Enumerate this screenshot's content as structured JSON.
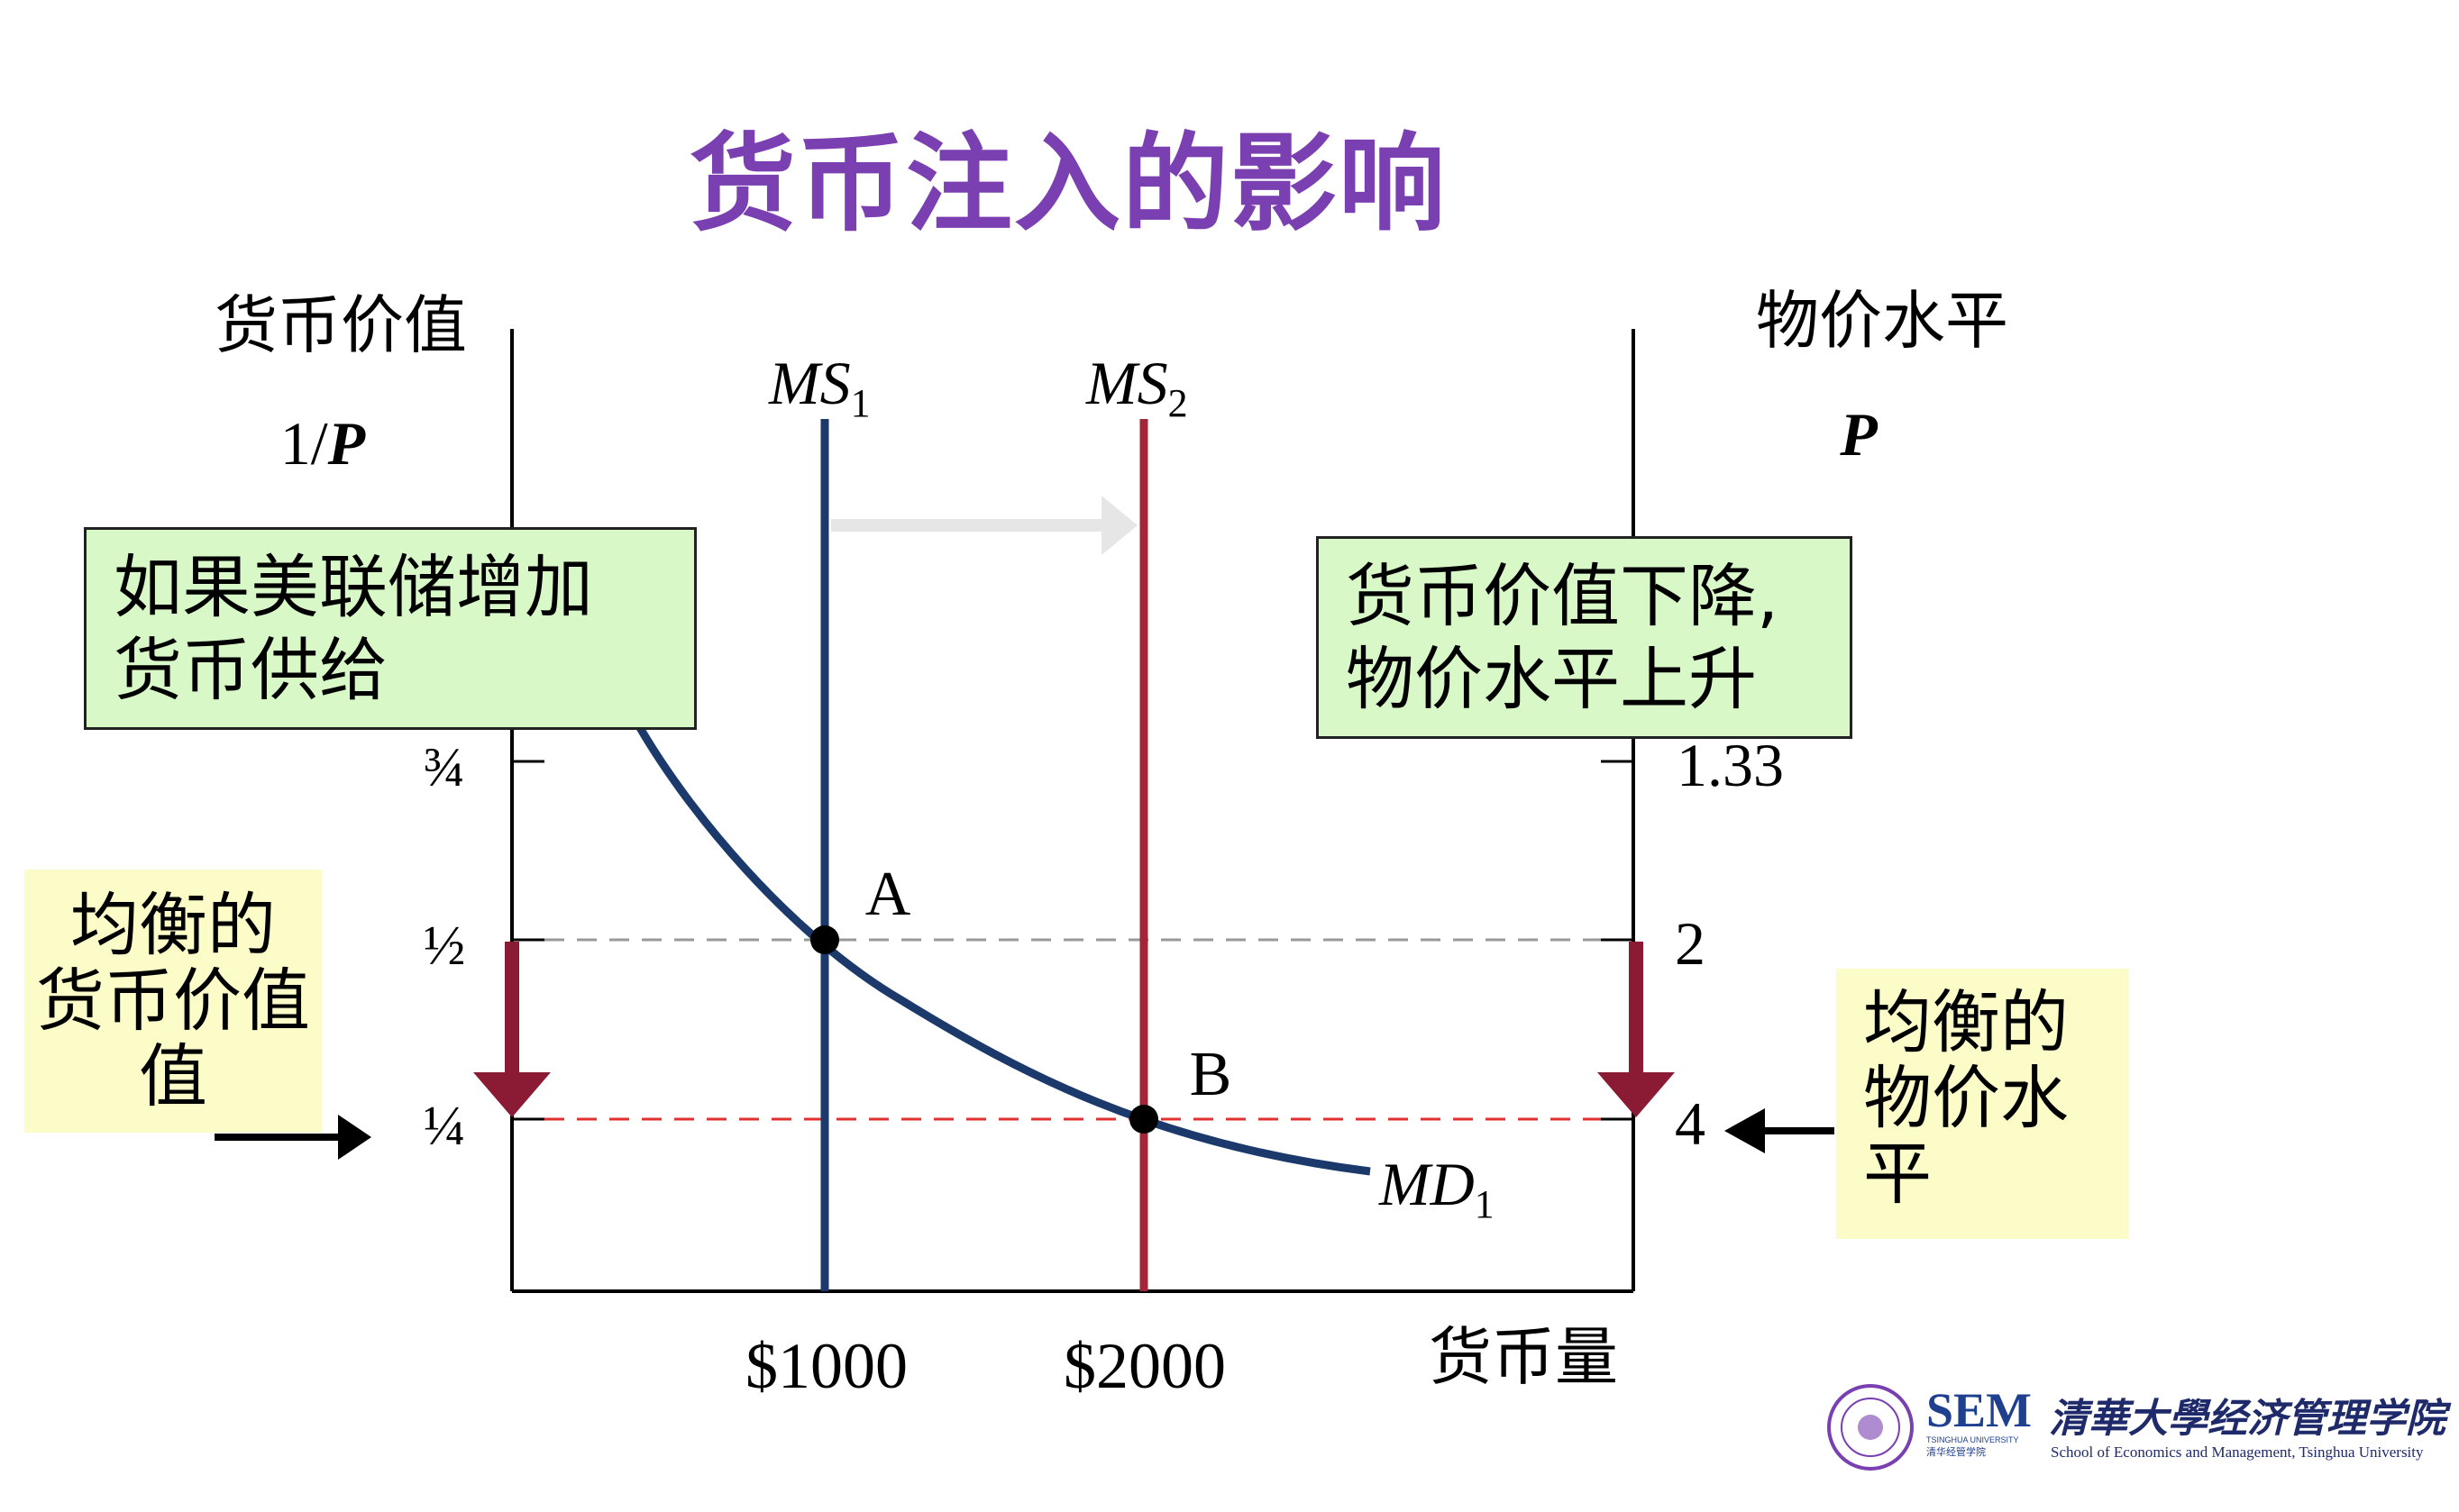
{
  "title": "货币注入的影响",
  "left_axis": {
    "title": "货币价值",
    "symbol_prefix": "1/",
    "symbol": "P",
    "ticks": [
      "¾",
      "½",
      "¼"
    ]
  },
  "right_axis": {
    "title": "物价水平",
    "symbol": "P",
    "ticks": [
      "1.33",
      "2",
      "4"
    ]
  },
  "x_axis": {
    "title": "货币量",
    "ticks": [
      "$1000",
      "$2000"
    ]
  },
  "curves": {
    "ms1": {
      "label": "MS",
      "sub": "1"
    },
    "ms2": {
      "label": "MS",
      "sub": "2"
    },
    "md1": {
      "label": "MD",
      "sub": "1"
    }
  },
  "points": {
    "a": "A",
    "b": "B"
  },
  "boxes": {
    "fed": [
      "如果美联储增加",
      "货币供给"
    ],
    "effect": [
      "货币价值下降,",
      "物价水平上升"
    ],
    "eq_value": [
      "均衡的",
      "货币价值",
      "值"
    ],
    "eq_price": [
      "均衡的",
      "物价水",
      "平"
    ]
  },
  "logo": {
    "sem": "SEM",
    "sem_sub1": "TSINGHUA UNIVERSITY",
    "sem_sub2": "清华经管学院",
    "school_cn": "清華大學经济管理学院",
    "school_en": "School of Economics and Management, Tsinghua University"
  },
  "colors": {
    "title": "#7a3fb0",
    "ms1": "#1b3a6b",
    "ms2": "#a32638",
    "md": "#1b3a6b",
    "down_arrow": "#8b1a35",
    "green_box": "#d8f8c8",
    "yellow_box": "#fcfcc8",
    "shift_arrow": "#e6e6e6",
    "dash_gray": "#999999",
    "dash_red": "#e03030"
  }
}
